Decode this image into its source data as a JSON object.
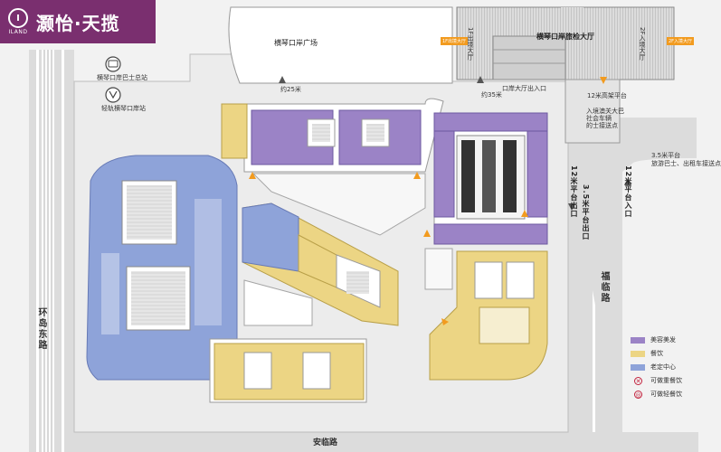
{
  "brand": {
    "mark_letter": "I",
    "mark_sub": "ILAND",
    "name": "灏怡·天揽"
  },
  "roads": {
    "huandao": "环岛东路",
    "fulin": "福临路",
    "anlin": "安临路"
  },
  "places": {
    "plaza": "横琴口岸广场",
    "hall": "横琴口岸旅检大厅",
    "hall_entrance": "口岸大厅出入口",
    "platform_12m": "12米高架平台",
    "bus_center": "入境澳关大巴\n社会车辆\n的士接送点",
    "platform_35m": "3.5米平台\n旅游巴士、出租车接送点",
    "exit_12m": "12米平台出口",
    "exit_35m": "3.5米平台出口",
    "entry_12m": "12米平台入口",
    "hall_1f": "1F出境大厅",
    "hall_2f": "2F入境大厅",
    "sign_left": "1F出境大厅",
    "sign_right": "2F入境大厅",
    "dist_a": "约25米",
    "dist_b": "约35米",
    "bus_icon_label": "横琴口岸巴士总站",
    "metro_icon_label": "轻轨横琴口岸站"
  },
  "legend": [
    {
      "label": "美容美发",
      "color": "#9b83c6"
    },
    {
      "label": "餐饮",
      "color": "#ecd584"
    },
    {
      "label": "老定中心",
      "color": "#8ea3d9"
    },
    {
      "label": "可做重餐饮",
      "icon": "x-circle-icon",
      "glyph": "✕"
    },
    {
      "label": "可做轻餐饮",
      "icon": "dot-circle-icon",
      "glyph": "◎"
    }
  ],
  "colors": {
    "purple": "#9b83c6",
    "yellow": "#ecd584",
    "blue": "#8ea3d9",
    "brand": "#7a2f6f",
    "orange": "#f29b1f"
  }
}
